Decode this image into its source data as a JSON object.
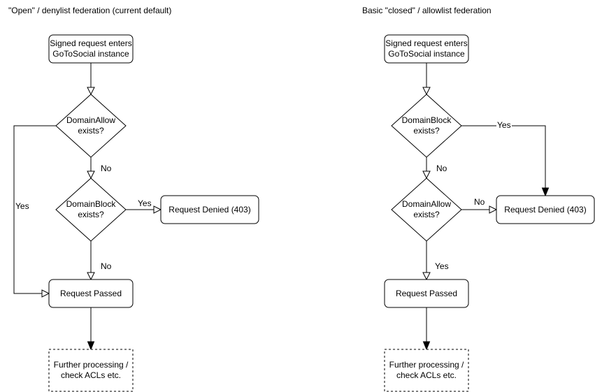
{
  "colors": {
    "stroke": "#000000",
    "node_fill": "#ffffff",
    "text": "#000000",
    "background": "#ffffff"
  },
  "flowcharts": [
    {
      "title": "\"Open\" / denylist federation (current default)",
      "start": {
        "line1": "Signed request enters",
        "line2": "GoToSocial instance"
      },
      "decision1": {
        "line1": "DomainAllow",
        "line2": "exists?"
      },
      "decision2": {
        "line1": "DomainBlock",
        "line2": "exists?"
      },
      "denied": "Request Denied (403)",
      "passed": "Request Passed",
      "further": {
        "line1": "Further processing /",
        "line2": "check ACLs etc."
      },
      "edge_labels": {
        "decision1_yes": "Yes",
        "decision1_no": "No",
        "decision2_yes": "Yes",
        "decision2_no": "No"
      }
    },
    {
      "title": "Basic \"closed\" / allowlist federation",
      "start": {
        "line1": "Signed request enters",
        "line2": "GoToSocial instance"
      },
      "decision1": {
        "line1": "DomainBlock",
        "line2": "exists?"
      },
      "decision2": {
        "line1": "DomainAllow",
        "line2": "exists?"
      },
      "denied": "Request Denied (403)",
      "passed": "Request Passed",
      "further": {
        "line1": "Further processing /",
        "line2": "check ACLs etc."
      },
      "edge_labels": {
        "decision1_yes": "Yes",
        "decision1_no": "No",
        "decision2_no": "No",
        "decision2_yes": "Yes"
      }
    }
  ]
}
